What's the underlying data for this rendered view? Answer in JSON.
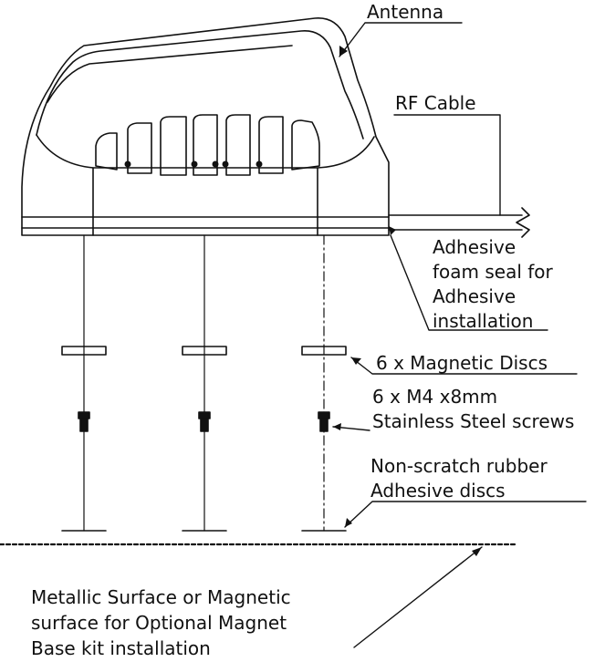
{
  "labels": {
    "antenna": "Antenna",
    "rf_cable": "RF Cable",
    "foam_seal": [
      "Adhesive",
      "foam seal for",
      "Adhesive",
      "installation"
    ],
    "magnetic_discs": "6 x Magnetic Discs",
    "screws": [
      "6 x M4 x8mm",
      "Stainless Steel screws"
    ],
    "rubber_discs": [
      "Non-scratch rubber",
      "Adhesive discs"
    ],
    "surface": [
      "Metallic Surface or Magnetic",
      "surface for Optional Magnet",
      "Base kit installation"
    ]
  },
  "colors": {
    "line": "#111111",
    "background": "#ffffff"
  }
}
